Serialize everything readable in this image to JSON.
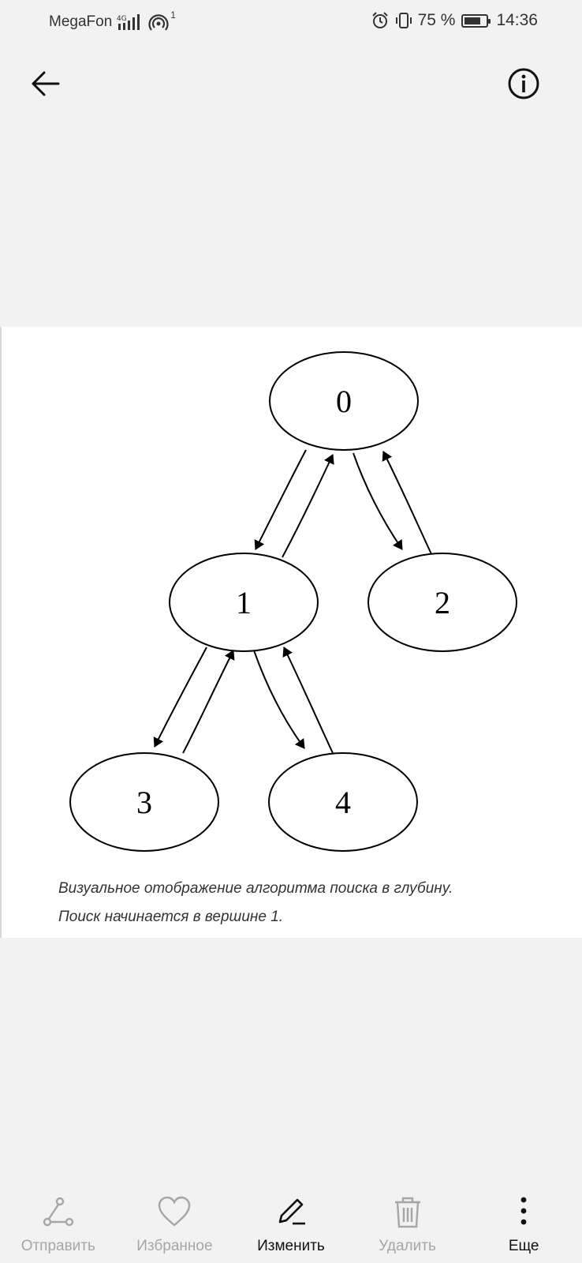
{
  "status_bar": {
    "carrier": "MegaFon",
    "hotspot_count": "1",
    "battery": "75 %",
    "battery_level": 0.75,
    "time": "14:36"
  },
  "graph": {
    "nodes": [
      {
        "id": "n0",
        "label": "0"
      },
      {
        "id": "n1",
        "label": "1"
      },
      {
        "id": "n2",
        "label": "2"
      },
      {
        "id": "n3",
        "label": "3"
      },
      {
        "id": "n4",
        "label": "4"
      }
    ],
    "edges": [
      [
        "0",
        "1"
      ],
      [
        "1",
        "0"
      ],
      [
        "0",
        "2"
      ],
      [
        "2",
        "0"
      ],
      [
        "1",
        "3"
      ],
      [
        "3",
        "1"
      ],
      [
        "1",
        "4"
      ],
      [
        "4",
        "1"
      ]
    ]
  },
  "caption": {
    "line1": "Визуальное отображение алгоритма поиска в глубину.",
    "line2": "Поиск начинается в вершине 1."
  },
  "actions": [
    {
      "label": "Отправить",
      "icon": "share-icon",
      "active": false
    },
    {
      "label": "Избранное",
      "icon": "heart-icon",
      "active": false
    },
    {
      "label": "Изменить",
      "icon": "edit-icon",
      "active": true
    },
    {
      "label": "Удалить",
      "icon": "trash-icon",
      "active": false
    },
    {
      "label": "Еще",
      "icon": "more-icon",
      "active": true
    }
  ],
  "colors": {
    "background": "#f2f2f2",
    "inactive": "#a6a6a6",
    "active": "#111111"
  }
}
